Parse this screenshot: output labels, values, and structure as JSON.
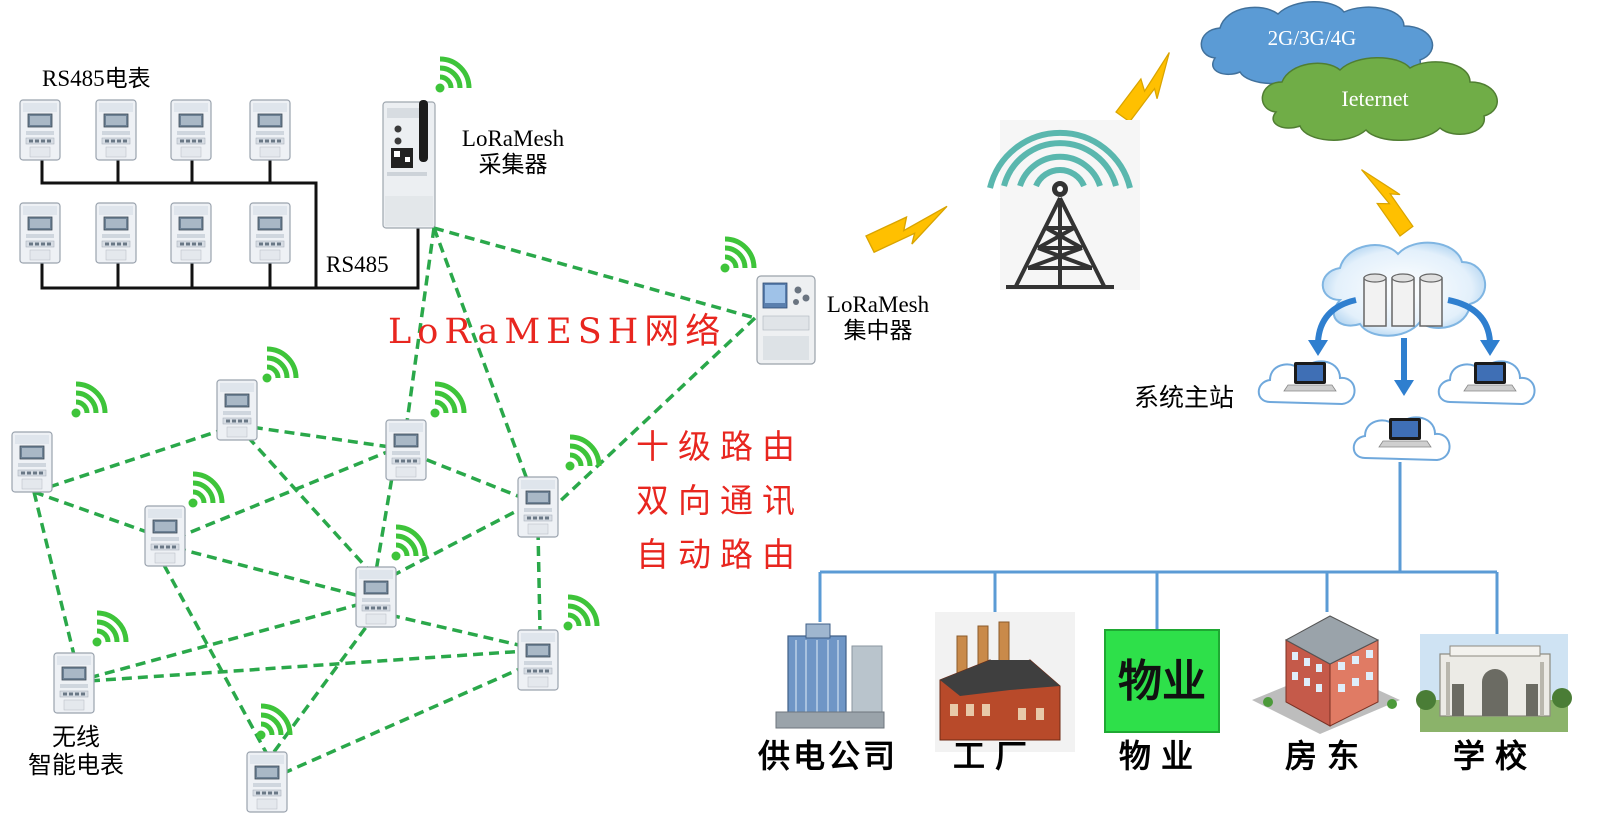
{
  "labels": {
    "rs485_meters": "RS485电表",
    "rs485_bus": "RS485",
    "collector": [
      "LoRaMesh",
      "采集器"
    ],
    "concentrator": [
      "LoRaMesh",
      "集中器"
    ],
    "network": "LoRaMESH网络",
    "features": [
      "十级路由",
      "双向通讯",
      "自动路由"
    ],
    "wireless_meter": [
      "无线",
      "智能电表"
    ],
    "cloud_mobile": "2G/3G/4G",
    "cloud_internet": "Ieternet",
    "master_station": "系统主站"
  },
  "endpoints": [
    {
      "label": "供电公司",
      "icon": "office-building-icon"
    },
    {
      "label": "工厂",
      "icon": "factory-icon"
    },
    {
      "label": "物业",
      "icon": "property-sign-icon"
    },
    {
      "label": "房东",
      "icon": "apartment-icon"
    },
    {
      "label": "学校",
      "icon": "school-gate-icon"
    }
  ],
  "colors": {
    "mesh_line": "#2aa84a",
    "wifi": "#3ec43a",
    "red_text": "#e8261f",
    "cloud_blue": "#5b9bd5",
    "cloud_green": "#70ad47",
    "bolt": "#ffc000",
    "tower_signal": "#5ab7ae",
    "bus_line": "#5b9bd5"
  }
}
